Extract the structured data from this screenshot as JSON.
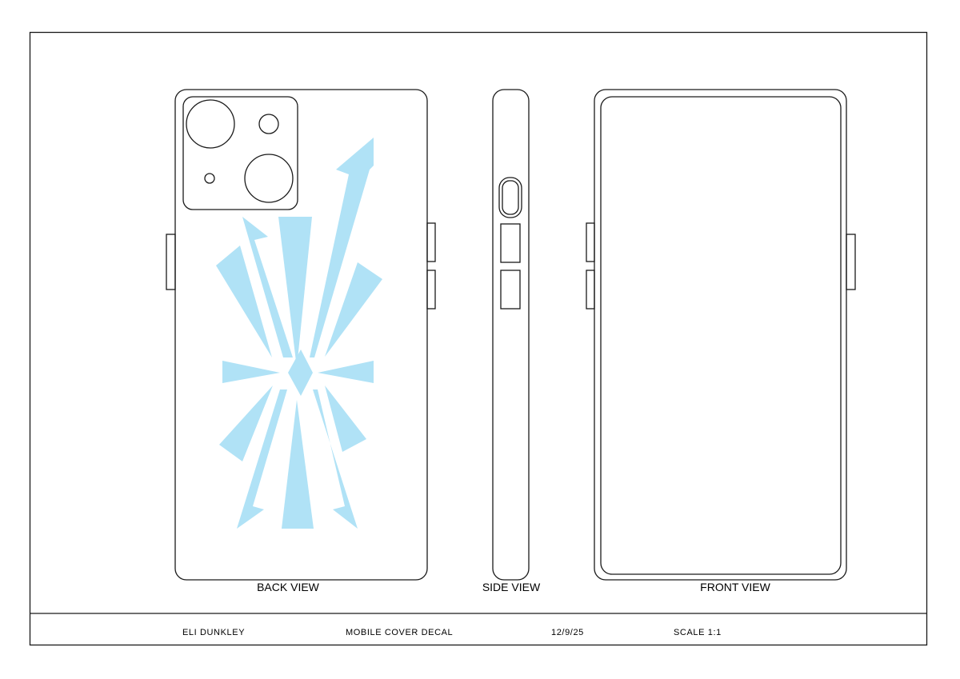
{
  "views": {
    "back": {
      "label": "BACK VIEW"
    },
    "side": {
      "label": "SIDE VIEW"
    },
    "front": {
      "label": "FRONT VIEW"
    }
  },
  "title_block": {
    "author": "ELI DUNKLEY",
    "title": "MOBILE COVER DECAL",
    "date": "12/9/25",
    "scale": "SCALE 1:1"
  },
  "colors": {
    "decal": "#b0e2f6",
    "line": "#1a1a1a"
  }
}
